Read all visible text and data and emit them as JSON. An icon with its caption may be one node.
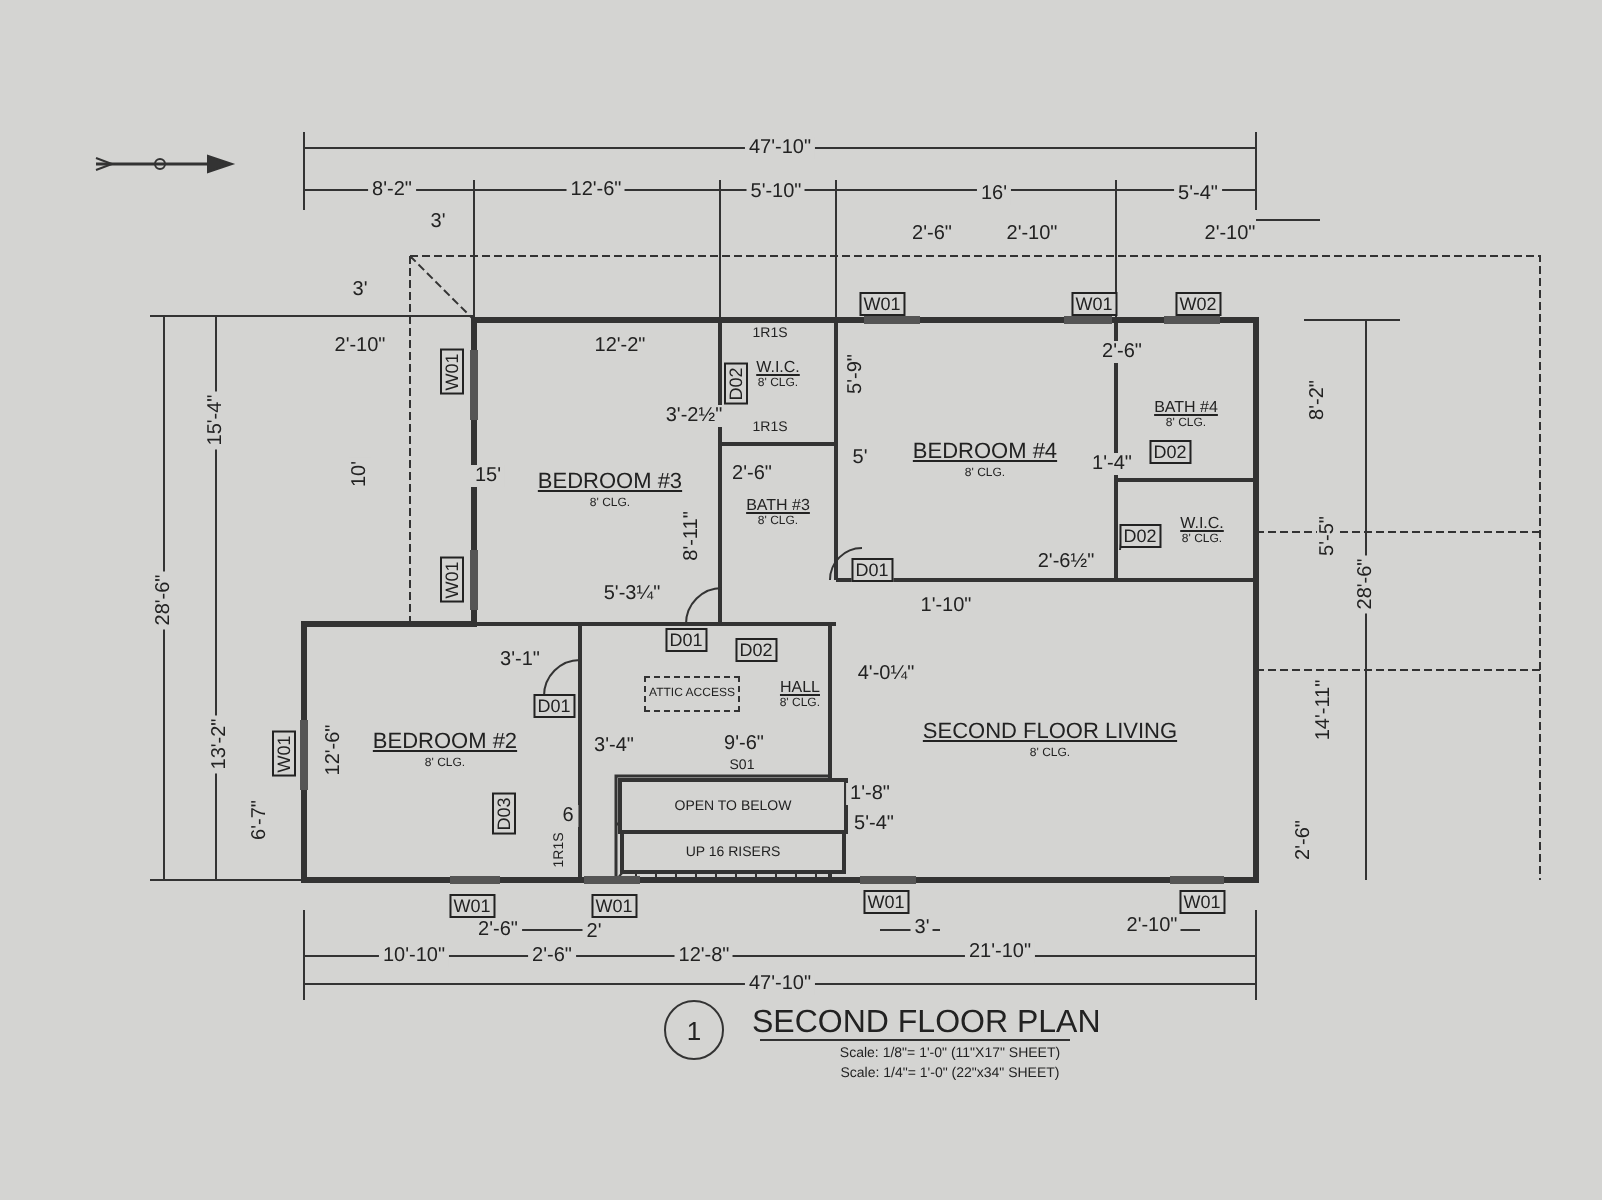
{
  "diagram": {
    "title": "SECOND FLOOR PLAN",
    "nodes": [
      {
        "text": [
          "BEDROOM #3",
          "8' CLG."
        ]
      },
      {
        "text": [
          "W.I.C.",
          "8' CLG."
        ]
      },
      {
        "text": [
          "BATH #3",
          "8' CLG."
        ]
      },
      {
        "text": [
          "BEDROOM #4",
          "8' CLG."
        ]
      },
      {
        "text": [
          "BATH #4",
          "8' CLG."
        ]
      },
      {
        "text": [
          "W.I.C.",
          "8' CLG."
        ]
      },
      {
        "text": [
          "BEDROOM #2",
          "8' CLG."
        ]
      },
      {
        "text": [
          "HALL",
          "8' CLG."
        ]
      },
      {
        "text": [
          "ATTIC ACCESS"
        ],
        "in": 7
      },
      {
        "text": [
          "SECOND FLOOR LIVING",
          "8' CLG."
        ]
      },
      {
        "text": [
          "OPEN TO BELOW"
        ]
      },
      {
        "text": [
          "UP 16 RISERS"
        ]
      },
      {
        "text": [
          "1"
        ]
      }
    ],
    "labels": [
      "47'-10\"",
      "8'-2\"",
      "12'-6\"",
      "5'-10\"",
      "16'",
      "5'-4\"",
      "3'",
      "2'-6\"",
      "2'-10\"",
      "2'-10\"",
      "3'",
      "W01",
      "W01",
      "W02",
      "2'-10\"",
      "12'-2\"",
      "1R1S",
      "D02",
      "3'-2½\"",
      "1R1S",
      "W01",
      "15'-4\"",
      "28'-6\"",
      "10'",
      "15'",
      "2'-6\"",
      "5'-9\"",
      "5'",
      "2'-6\"",
      "8'-2\"",
      "1'-4\"",
      "D02",
      "8'-11\"",
      "W01",
      "5'-3¼\"",
      "D01",
      "2'-6½\"",
      "D02",
      "5'-5\"",
      "28'-6\"",
      "1'-10\"",
      "D01",
      "D02",
      "3'-1\"",
      "4'-0¼\"",
      "D01",
      "W01",
      "13'-2\"",
      "12'-6\"",
      "3'-4\"",
      "9'-6\"",
      "S01",
      "14'-11\"",
      "1'-8\"",
      "5'-4\"",
      "6'-7\"",
      "D03",
      "6",
      "1R1S",
      "2'-6\"",
      "W01",
      "W01",
      "W01",
      "W01",
      "2'-6\"",
      "2'",
      "3'",
      "2'-10\"",
      "10'-10\"",
      "2'-6\"",
      "12'-8\"",
      "21'-10\"",
      "47'-10\"",
      "Scale: 1/8\"= 1'-0\" (11\"X17\" SHEET)",
      "Scale: 1/4\"= 1'-0\" (22\"x34\" SHEET)"
    ]
  }
}
